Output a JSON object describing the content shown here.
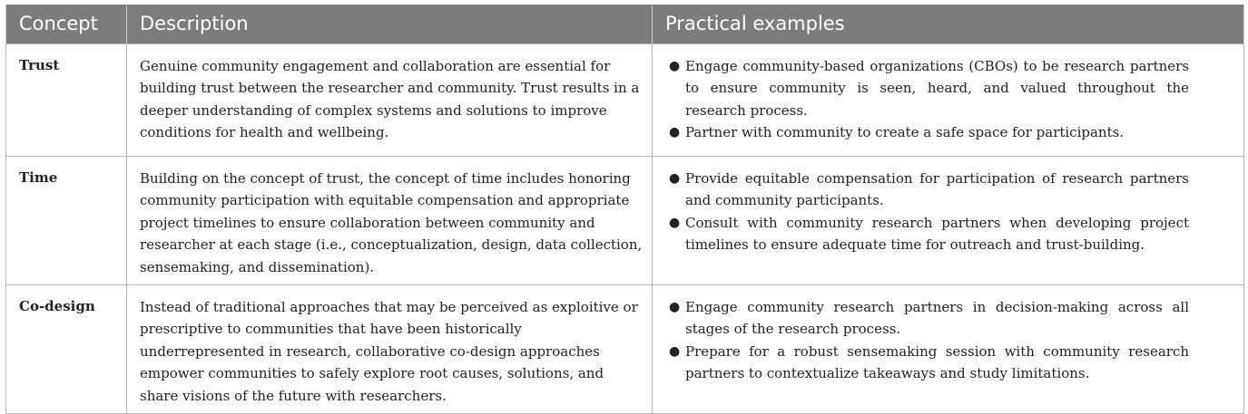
{
  "table": {
    "headers": [
      "Concept",
      "Description",
      "Practical examples"
    ],
    "rows": [
      {
        "concept": "Trust",
        "description": "Genuine community engagement and collaboration are essential for building trust between the researcher and community. Trust results in a deeper understanding of complex systems and solutions to improve conditions for health and wellbeing.",
        "examples": [
          "Engage community-based organizations (CBOs) to be research partners to ensure community is seen, heard, and valued throughout the research process.",
          "Partner with community to create a safe space for participants."
        ]
      },
      {
        "concept": "Time",
        "description": "Building on the concept of trust, the concept of time includes honoring community participation with equitable compensation and appropriate project timelines to ensure collaboration between community and researcher at each stage (i.e., conceptualization, design, data collection, sensemaking, and dissemination).",
        "examples": [
          "Provide equitable compensation for participation of research partners and community participants.",
          "Consult with community research partners when developing project timelines to ensure adequate time for outreach and trust-building."
        ]
      },
      {
        "concept": "Co-design",
        "description": "Instead of traditional approaches that may be perceived as exploitive or prescriptive to communities that have been historically underrepresented in research, collaborative co-design approaches empower communities to safely explore root causes, solutions, and share visions of the future with researchers.",
        "examples": [
          "Engage community research partners in decision-making across all stages of the research process.",
          "Prepare for a robust sensemaking session with community research partners to contextualize takeaways and study limitations."
        ]
      }
    ]
  },
  "bullet_glyph": "●"
}
